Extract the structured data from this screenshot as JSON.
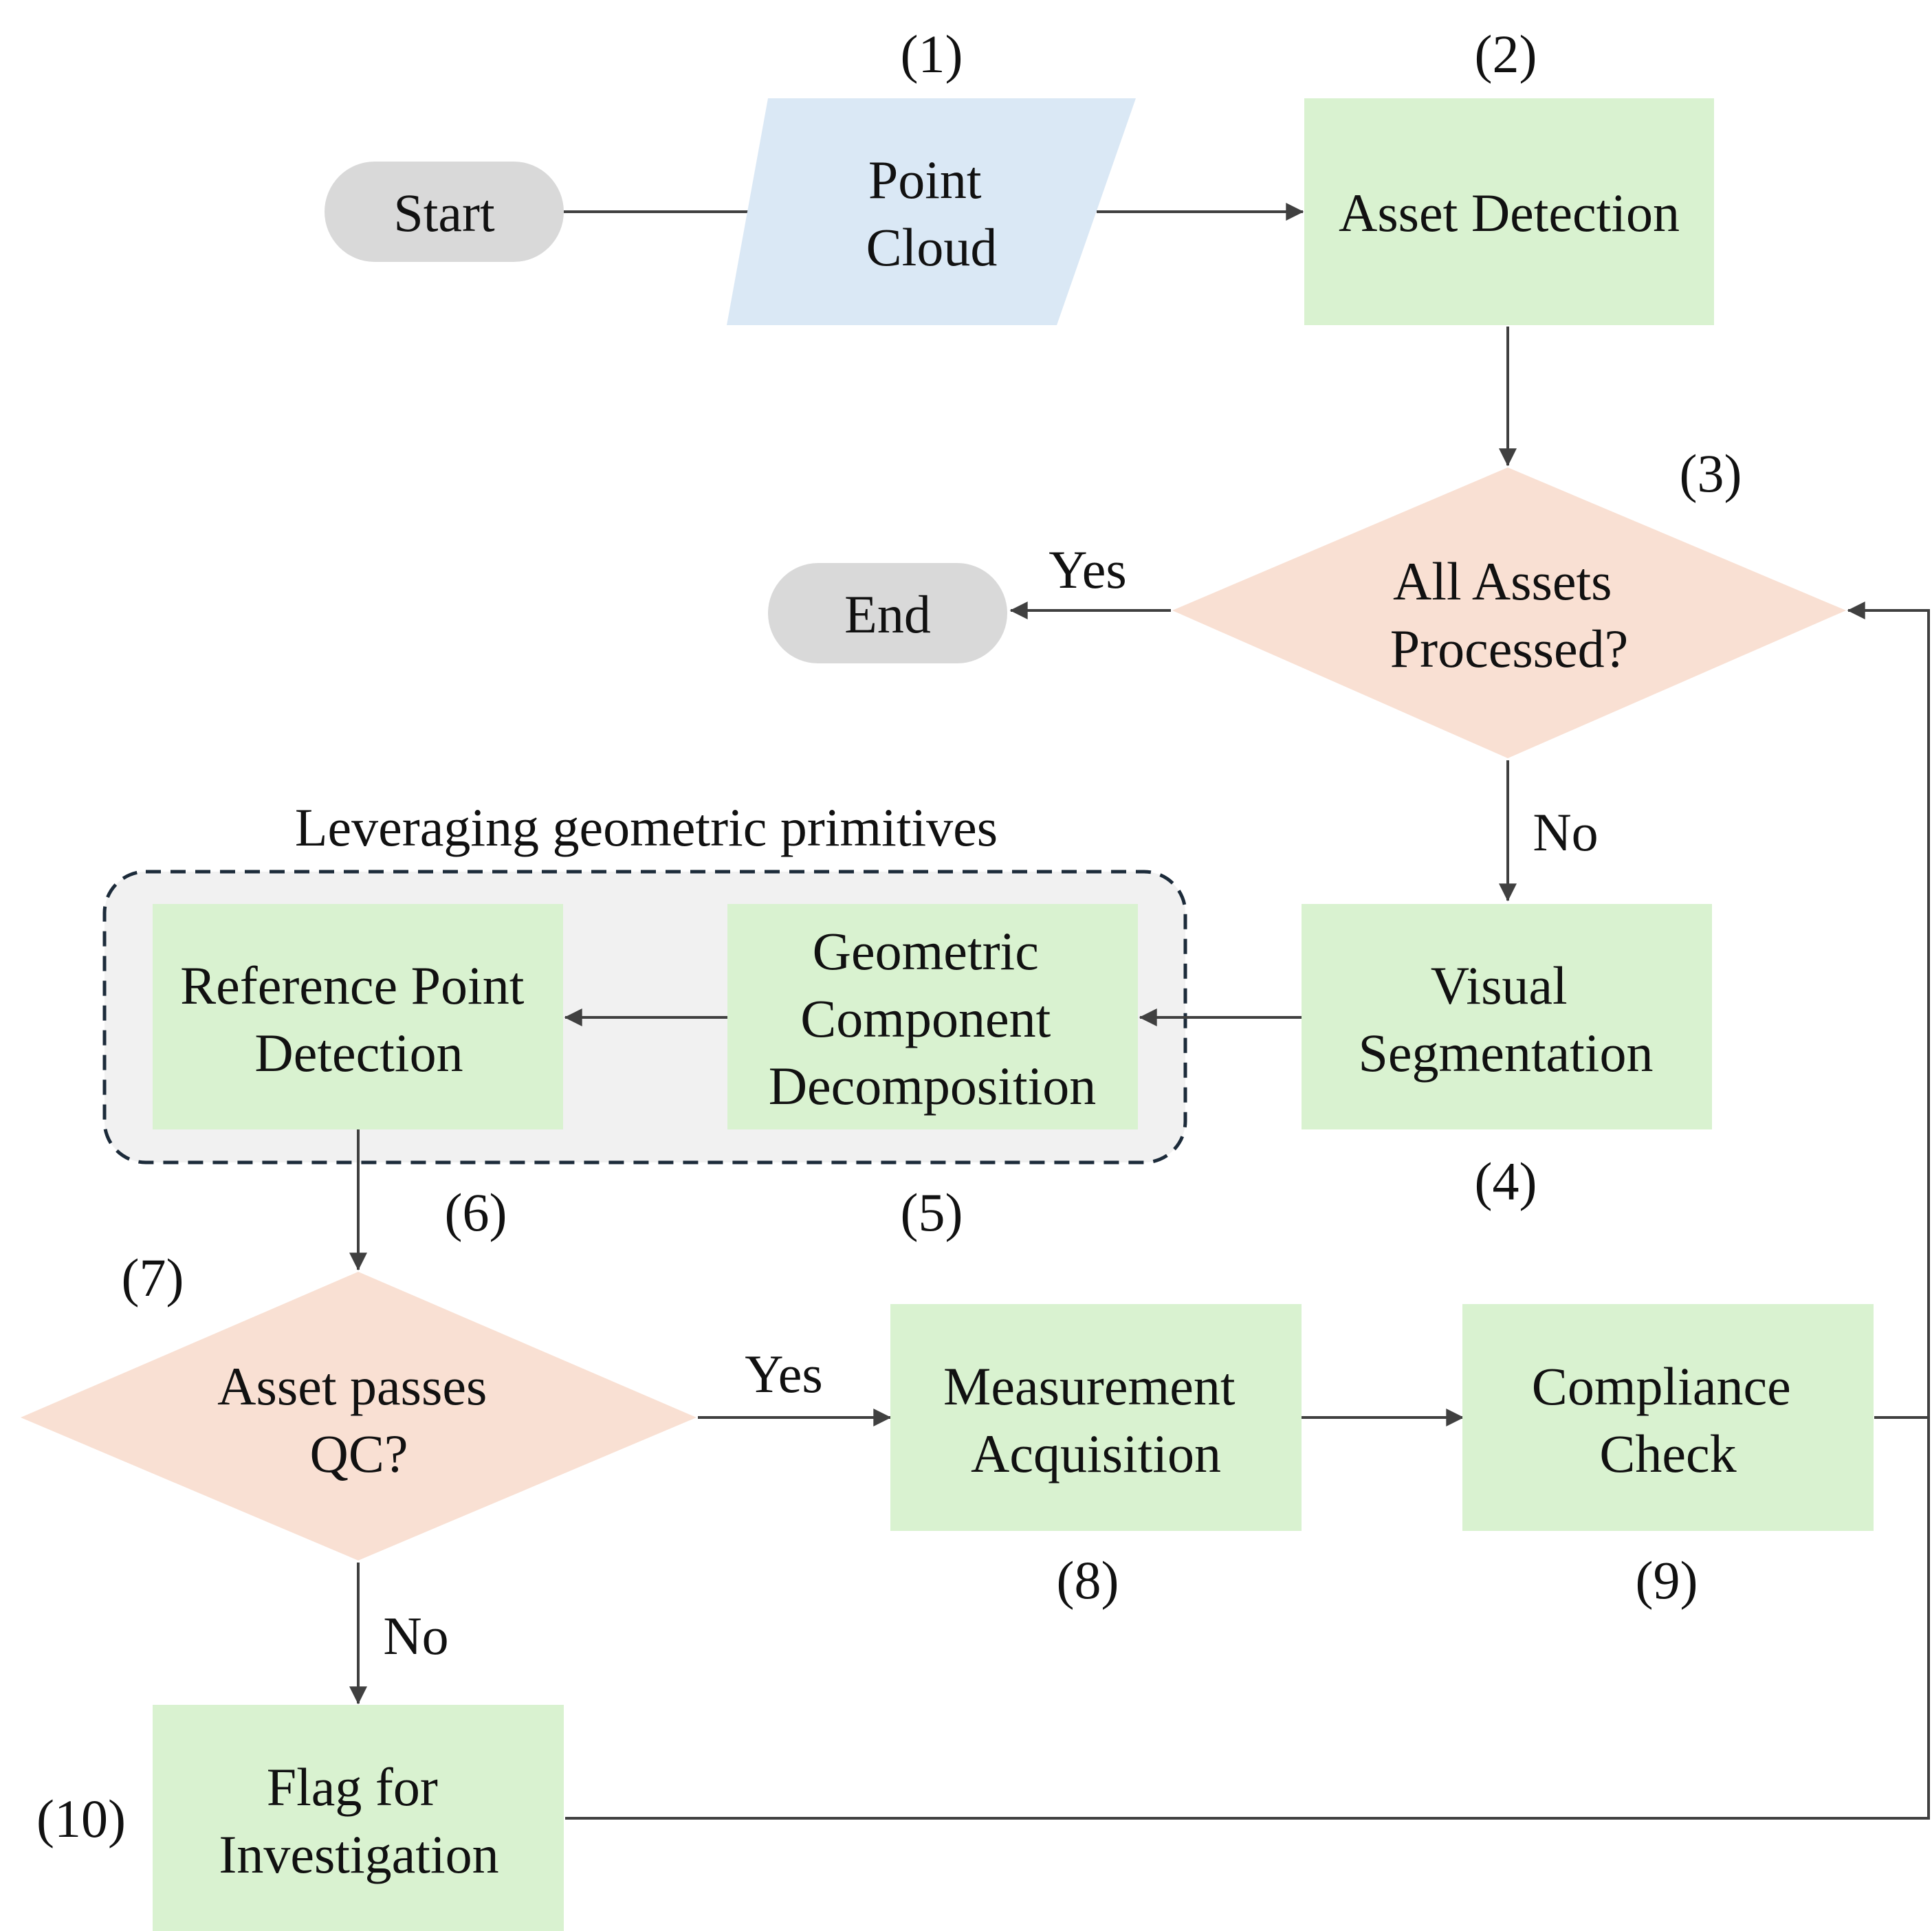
{
  "colors": {
    "terminal": "#d9d9d9",
    "input": "#dae8f5",
    "process": "#d9f2d0",
    "decision": "#f9e0d3",
    "group_fill": "#f1f1f1",
    "group_border": "#1c2b3a",
    "line": "#404040"
  },
  "nodes": {
    "start": {
      "lines": [
        "Start"
      ],
      "number": ""
    },
    "point_cloud": {
      "lines": [
        "Point",
        "Cloud"
      ],
      "number": "(1)"
    },
    "asset_detection": {
      "lines": [
        "Asset Detection"
      ],
      "number": "(2)"
    },
    "all_assets": {
      "lines": [
        "All Assets",
        "Processed?"
      ],
      "number": "(3)"
    },
    "end": {
      "lines": [
        "End"
      ],
      "number": ""
    },
    "visual_seg": {
      "lines": [
        "Visual",
        "Segmentation"
      ],
      "number": "(4)"
    },
    "geo_decomp": {
      "lines": [
        "Geometric",
        "Component",
        "Decomposition"
      ],
      "number": "(5)"
    },
    "ref_point": {
      "lines": [
        "Reference Point",
        "Detection"
      ],
      "number": "(6)"
    },
    "asset_qc": {
      "lines": [
        "Asset passes",
        "QC?"
      ],
      "number": "(7)"
    },
    "measurement": {
      "lines": [
        "Measurement",
        "Acquisition"
      ],
      "number": "(8)"
    },
    "compliance": {
      "lines": [
        "Compliance",
        "Check"
      ],
      "number": "(9)"
    },
    "flag": {
      "lines": [
        "Flag for",
        "Investigation"
      ],
      "number": "(10)"
    }
  },
  "group": {
    "title": "Leveraging geometric primitives"
  },
  "edge_labels": {
    "all_yes": "Yes",
    "all_no": "No",
    "qc_yes": "Yes",
    "qc_no": "No"
  }
}
